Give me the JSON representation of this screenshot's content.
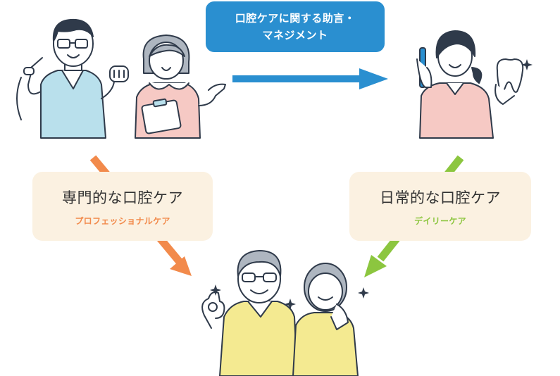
{
  "top_box": {
    "line1": "口腔ケアに関する助言・",
    "line2": "マネジメント"
  },
  "professional": {
    "title": "専門的な口腔ケア",
    "subtitle": "プロフェッショナルケア"
  },
  "daily": {
    "title": "日常的な口腔ケア",
    "subtitle": "デイリーケア"
  },
  "colors": {
    "blue": "#2a8fd0",
    "orange": "#f28a4b",
    "green": "#8cc63f",
    "box_bg": "#fbf1e1",
    "outline": "#2f3a4a"
  }
}
